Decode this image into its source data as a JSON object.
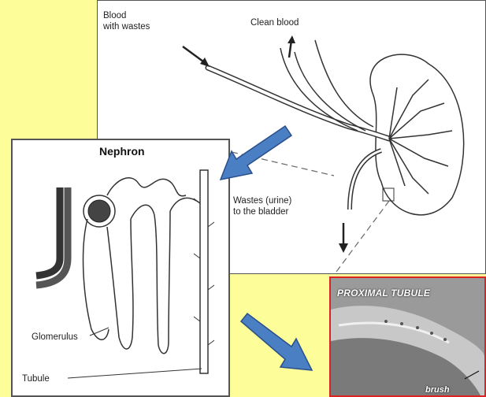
{
  "kidney": {
    "blood_with_wastes_line1": "Blood",
    "blood_with_wastes_line2": "with wastes",
    "clean_blood": "Clean blood",
    "wastes_line1": "Wastes (urine)",
    "wastes_line2": "to the bladder"
  },
  "nephron": {
    "title": "Nephron",
    "glomerulus": "Glomerulus",
    "tubule": "Tubule"
  },
  "micrograph": {
    "title": "PROXIMAL TUBULE",
    "partial_label": "brush"
  },
  "colors": {
    "background": "#fdfd9a",
    "arrow_fill": "#4a7fc4",
    "arrow_stroke": "#2a4f8a",
    "micrograph_border": "#d22222"
  }
}
